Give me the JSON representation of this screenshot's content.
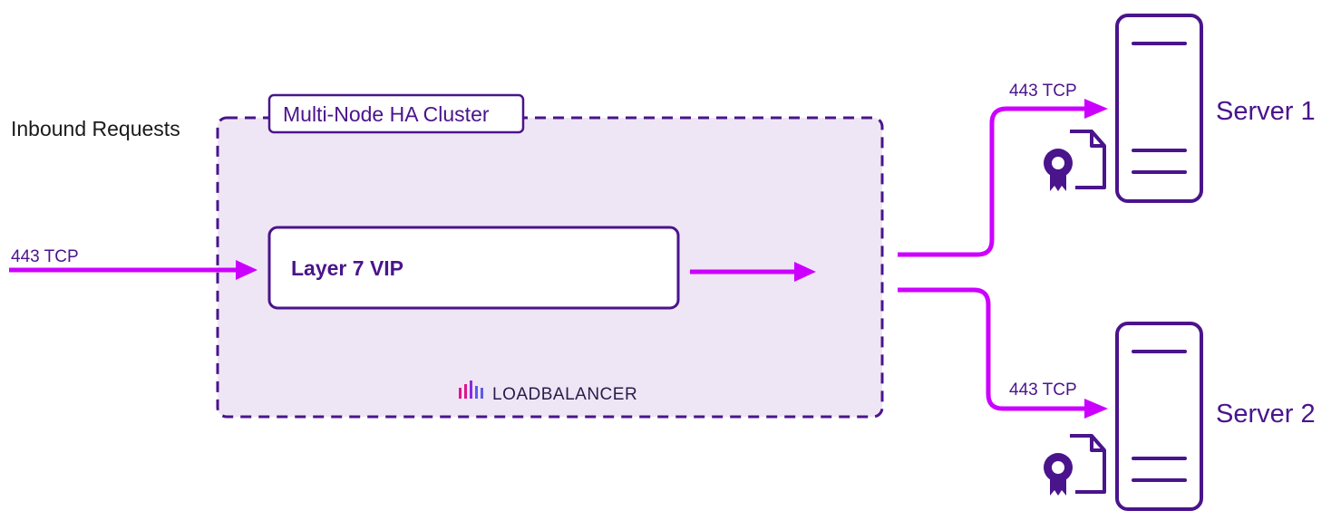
{
  "colors": {
    "accent": "#cc00ff",
    "primary": "#4a148c",
    "cluster_fill": "#efe6f5",
    "logo_pink": "#e0158a",
    "logo_blue": "#5b5ce8",
    "text": "#1a1a1a"
  },
  "inbound": {
    "label": "Inbound Requests",
    "protocol": "443 TCP"
  },
  "cluster": {
    "label": "Multi-Node HA Cluster",
    "vip_label": "Layer 7 VIP",
    "logo_text": "LOADBALANCER"
  },
  "servers": [
    {
      "name": "Server 1",
      "protocol": "443 TCP",
      "icon": "server-icon",
      "cert_icon": "certificate-icon"
    },
    {
      "name": "Server 2",
      "protocol": "443 TCP",
      "icon": "server-icon",
      "cert_icon": "certificate-icon"
    }
  ]
}
